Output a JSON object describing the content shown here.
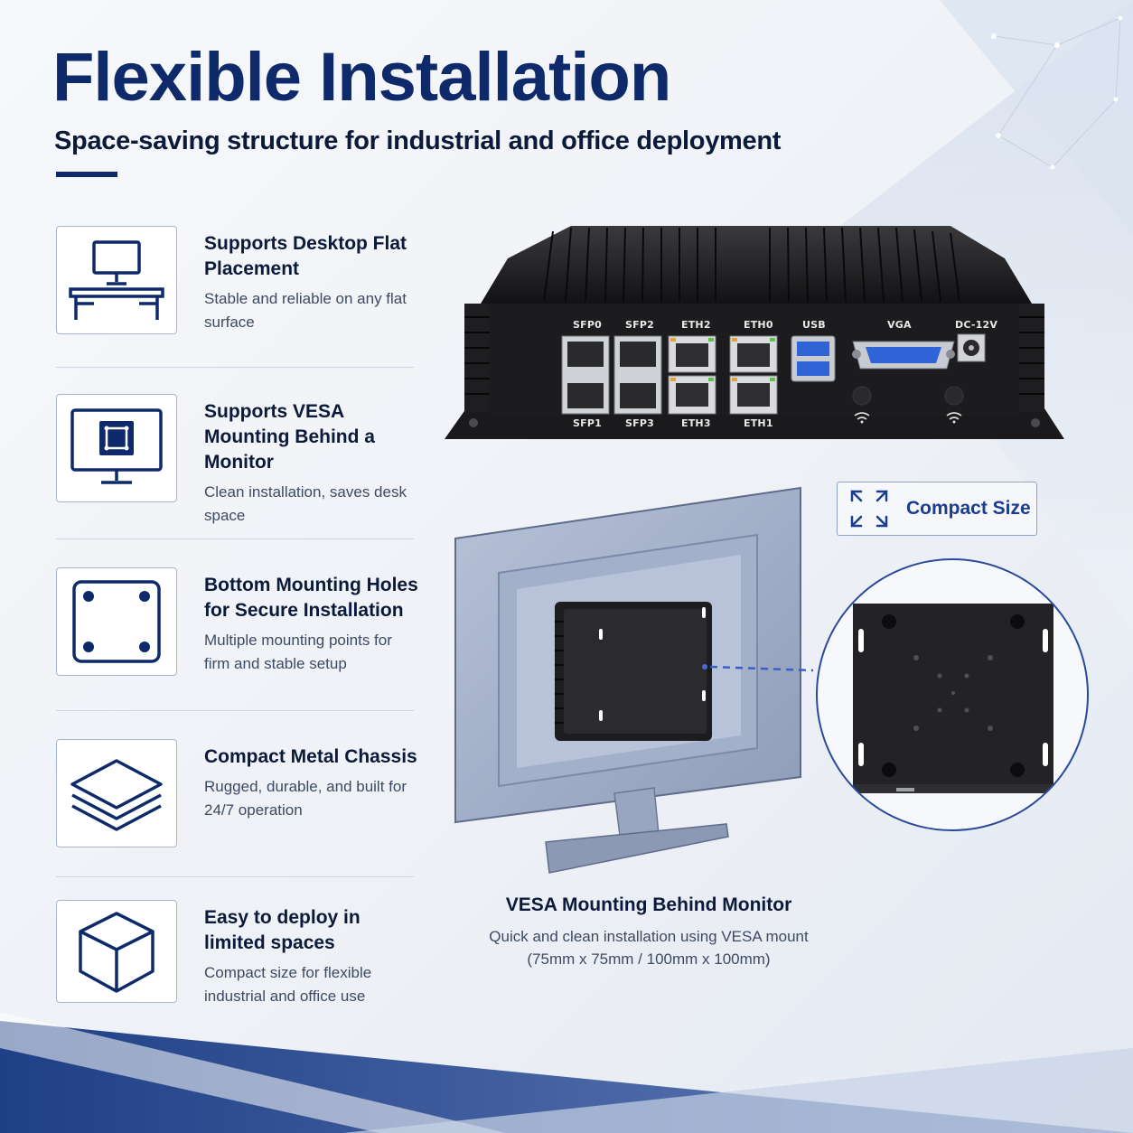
{
  "header": {
    "title": "Flexible Installation",
    "subtitle": "Space-saving structure for industrial and office deployment"
  },
  "features": [
    {
      "icon": "desk-monitor-icon",
      "title": "Supports Desktop Flat Placement",
      "desc": "Stable and reliable on any flat surface"
    },
    {
      "icon": "vesa-monitor-icon",
      "title": "Supports VESA Mounting Behind a Monitor",
      "desc": "Clean installation, saves desk space"
    },
    {
      "icon": "mounting-holes-icon",
      "title": "Bottom Mounting Holes for Secure Installation",
      "desc": "Multiple mounting points for firm and stable setup"
    },
    {
      "icon": "layers-icon",
      "title": "Compact Metal Chassis",
      "desc": "Rugged, durable, and built for 24/7 operation"
    },
    {
      "icon": "cube-icon",
      "title": "Easy to deploy in limited spaces",
      "desc": "Compact size for flexible industrial and office use"
    }
  ],
  "ports": {
    "top": [
      "SFP0",
      "SFP2",
      "ETH2",
      "ETH0",
      "USB",
      "VGA",
      "DC-12V"
    ],
    "bottom": [
      "SFP1",
      "SFP3",
      "ETH3",
      "ETH1"
    ]
  },
  "badge": {
    "icon": "expand-arrows-icon",
    "label": "Compact Size"
  },
  "caption": {
    "title": "VESA Mounting Behind Monitor",
    "line1": "Quick and clean installation using VESA mount",
    "line2": "(75mm x 75mm / 100mm x 100mm)"
  },
  "colors": {
    "brand_navy": "#0e2a6b",
    "accent_blue": "#1a3d8f",
    "chassis_black": "#1c1c1e",
    "monitor_frame": "#a8b4cc"
  }
}
